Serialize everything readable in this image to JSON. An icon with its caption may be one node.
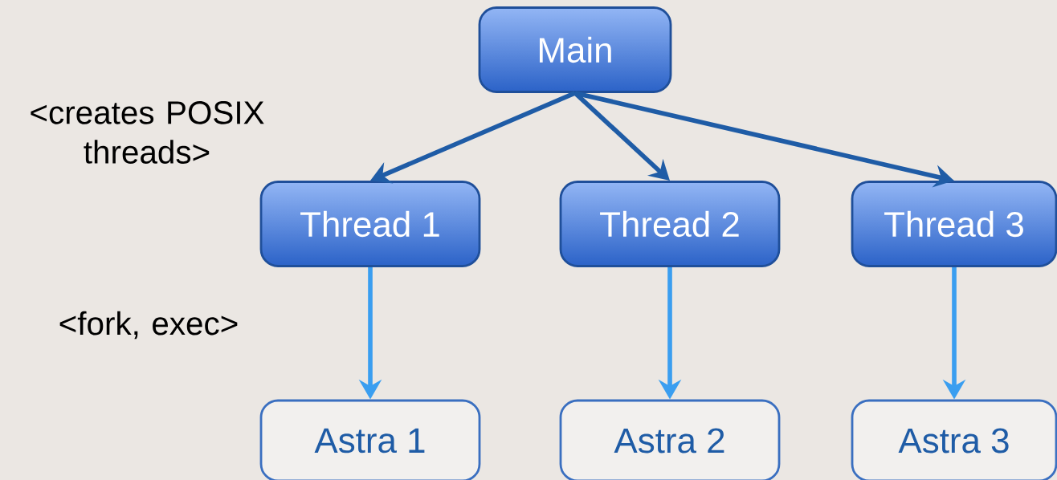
{
  "diagram": {
    "nodes": [
      {
        "text": [
          "Main"
        ]
      },
      {
        "text": [
          "Thread 1"
        ]
      },
      {
        "text": [
          "Thread 2"
        ]
      },
      {
        "text": [
          "Thread 3"
        ]
      },
      {
        "text": [
          "Astra 1"
        ]
      },
      {
        "text": [
          "Astra 2"
        ]
      },
      {
        "text": [
          "Astra 3"
        ]
      }
    ],
    "edges": [
      {
        "from": 0,
        "to": 1,
        "arrow": "to",
        "color": "#1f5ca6"
      },
      {
        "from": 0,
        "to": 2,
        "arrow": "to",
        "color": "#1f5ca6"
      },
      {
        "from": 0,
        "to": 3,
        "arrow": "to",
        "color": "#1f5ca6"
      },
      {
        "from": 1,
        "to": 4,
        "arrow": "to",
        "color": "#3a9ef0"
      },
      {
        "from": 2,
        "to": 5,
        "arrow": "to",
        "color": "#3a9ef0"
      },
      {
        "from": 3,
        "to": 6,
        "arrow": "to",
        "color": "#3a9ef0"
      }
    ],
    "labels": [
      "<creates POSIX threads>",
      "<fork, exec>"
    ]
  }
}
